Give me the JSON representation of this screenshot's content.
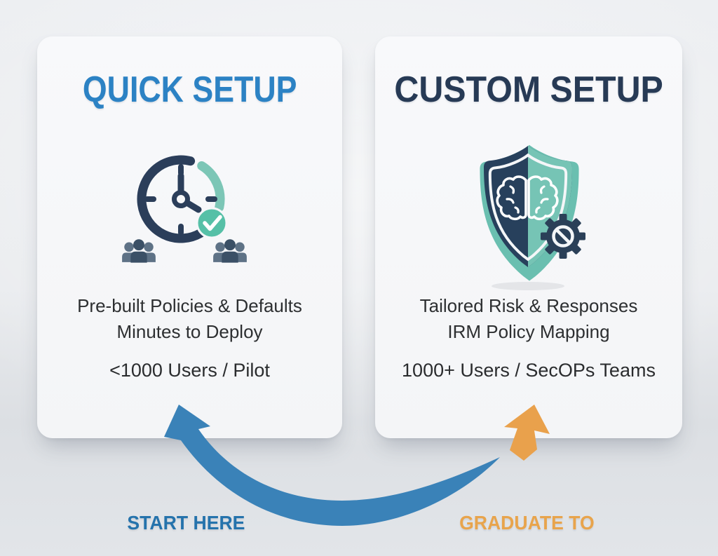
{
  "diagram": {
    "background_color": "#e9ebee",
    "cards": [
      {
        "title": "QUICK SETUP",
        "title_color": "#2C82C4",
        "icon": "clock-users-check-icon",
        "features": [
          "Pre-built Policies & Defaults",
          "Minutes to Deploy"
        ],
        "audience": "<1000 Users / Pilot"
      },
      {
        "title": "CUSTOM SETUP",
        "title_color": "#273A55",
        "icon": "shield-brain-gear-icon",
        "features": [
          "Tailored Risk & Responses",
          "IRM Policy Mapping"
        ],
        "audience": "1000+ Users / SecOPs Teams"
      }
    ],
    "flow": {
      "start_label": "START HERE",
      "start_label_color": "#2573AC",
      "start_arrow_color": "#3A82B8",
      "graduate_label": "GRADUATE TO",
      "graduate_label_color": "#E8A44C",
      "graduate_arrow_color": "#E9A14C"
    },
    "icon_colors": {
      "clock_navy": "#2B3E5A",
      "clock_teal_arc": "#7CC6B6",
      "check_green": "#56C0A7",
      "people_light": "#5E7286",
      "people_dark": "#3B5066",
      "shield_navy": "#27405C",
      "shield_teal": "#76C4B5",
      "shield_back_teal": "#6ABFB0"
    }
  }
}
